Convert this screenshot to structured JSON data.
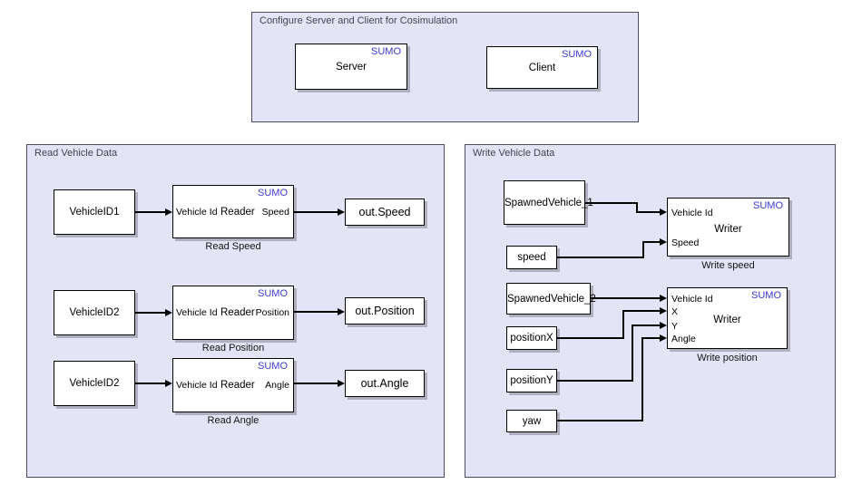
{
  "colors": {
    "canvas": "#FFFFFF",
    "area_fill": "#E4E4F7",
    "area_border": "#4B4B61",
    "block_fill": "#FFFFFF",
    "block_border": "#000000",
    "sumo_blue": "#3939D6",
    "wire": "#000000"
  },
  "configure_area": {
    "title": "Configure Server and Client for Cosimulation",
    "server": {
      "badge": "SUMO",
      "name": "Server"
    },
    "client": {
      "badge": "SUMO",
      "name": "Client"
    }
  },
  "read_area": {
    "title": "Read Vehicle Data",
    "rows": [
      {
        "source": "VehicleID1",
        "badge": "SUMO",
        "port_in": "Vehicle Id",
        "block_name": "Reader",
        "port_out": "Speed",
        "caption": "Read Speed",
        "sink": "out.Speed"
      },
      {
        "source": "VehicleID2",
        "badge": "SUMO",
        "port_in": "Vehicle Id",
        "block_name": "Reader",
        "port_out": "Position",
        "caption": "Read Position",
        "sink": "out.Position"
      },
      {
        "source": "VehicleID2",
        "badge": "SUMO",
        "port_in": "Vehicle Id",
        "block_name": "Reader",
        "port_out": "Angle",
        "caption": "Read Angle",
        "sink": "out.Angle"
      }
    ]
  },
  "write_area": {
    "title": "Write Vehicle Data",
    "write_speed": {
      "badge": "SUMO",
      "block_name": "Writer",
      "caption": "Write speed",
      "sources": [
        "SpawnedVehicle_1",
        "speed"
      ],
      "ports": [
        "Vehicle Id",
        "Speed"
      ]
    },
    "write_position": {
      "badge": "SUMO",
      "block_name": "Writer",
      "caption": "Write position",
      "sources": [
        "SpawnedVehicle_2",
        "positionX",
        "positionY",
        "yaw"
      ],
      "ports": [
        "Vehicle Id",
        "X",
        "Y",
        "Angle"
      ]
    }
  }
}
